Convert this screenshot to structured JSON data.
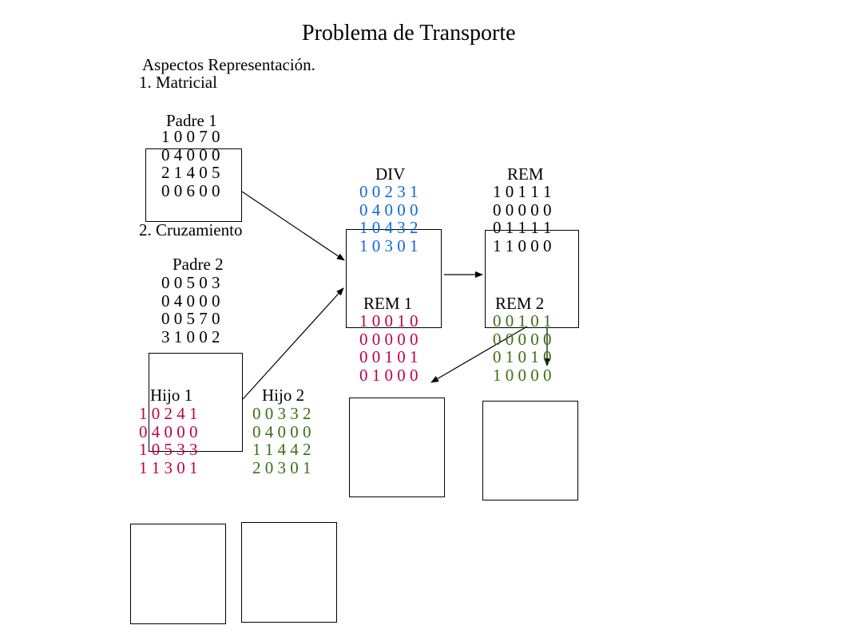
{
  "title": "Problema de Transporte",
  "subtitle": "Aspectos Representación.",
  "section1": "1. Matricial",
  "section2": "2. Cruzamiento",
  "colors": {
    "black": "#000000",
    "blue": "#1166dd",
    "crimson": "#c0004a",
    "green": "#3a6e14"
  },
  "parent1": {
    "label": "Padre 1",
    "rows": [
      "1 0 0 7 0",
      "0 4 0 0 0",
      "2 1 4 0 5",
      "0 0 6 0 0"
    ]
  },
  "parent2": {
    "label": "Padre 2",
    "rows": [
      "0 0 5 0 3",
      "0 4 0 0 0",
      "0 0 5 7 0",
      "3 1 0 0 2"
    ]
  },
  "div": {
    "label": "DIV",
    "rows": [
      "0 0 2 3 1",
      "0 4 0 0 0",
      "1 0 4 3 2",
      "1 0 3 0 1"
    ]
  },
  "rem": {
    "label": "REM",
    "rows": [
      "1 0 1 1 1",
      "0 0 0 0 0",
      "0 1 1 1 1",
      "1 1 0 0 0"
    ]
  },
  "rem1": {
    "label": "REM 1",
    "rows": [
      "1 0 0 1 0",
      "0 0 0 0 0",
      "0 0 1 0 1",
      "0 1 0 0 0"
    ]
  },
  "rem2": {
    "label": "REM 2",
    "rows": [
      "0 0 1 0 1",
      "0 0 0 0 0",
      "0 1 0 1 0",
      "1 0 0 0 0"
    ]
  },
  "child1": {
    "label": "Hijo 1",
    "rows": [
      "1 0 2 4 1",
      "0 4 0 0 0",
      "1 0 5 3 3",
      "1 1 3 0 1"
    ]
  },
  "child2": {
    "label": "Hijo 2",
    "rows": [
      "0 0 3 3 2",
      "0 4 0 0 0",
      "1 1 4 4 2",
      "2 0 3 0 1"
    ]
  }
}
